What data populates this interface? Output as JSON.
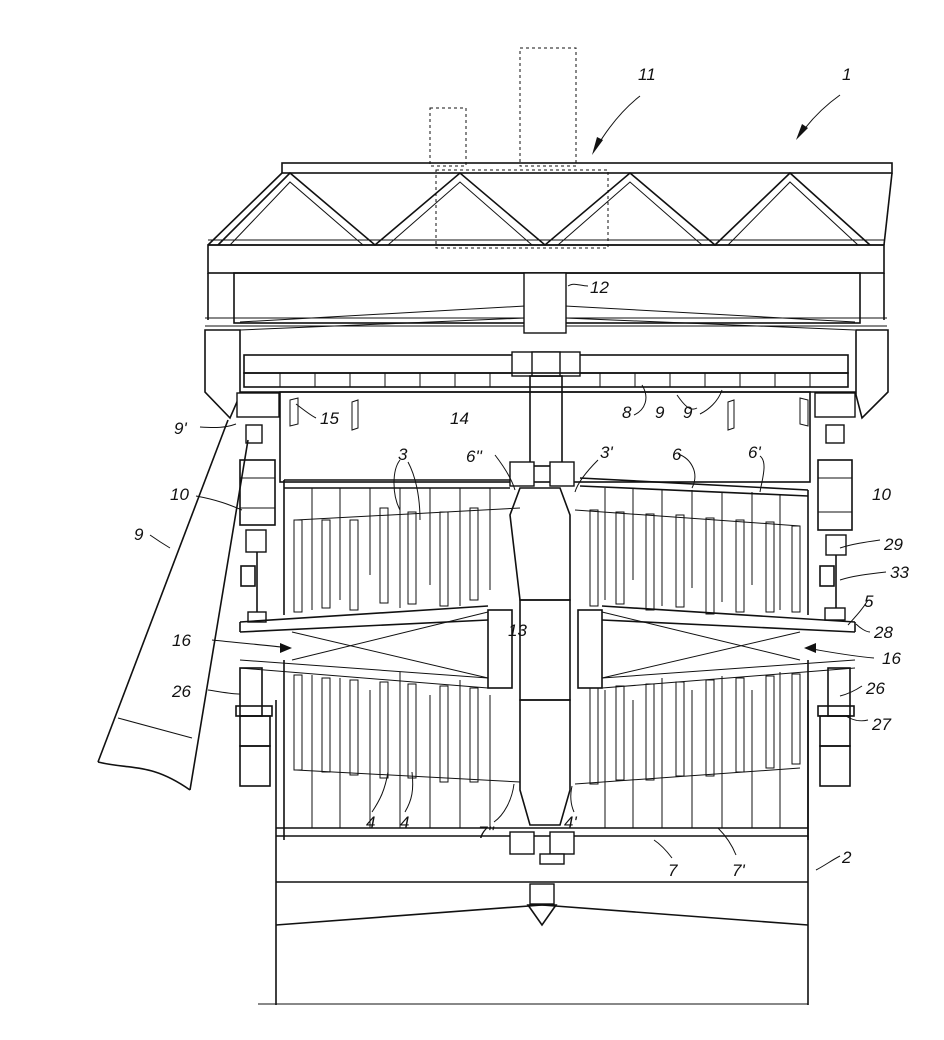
{
  "labels": {
    "l1": "1",
    "l11": "11",
    "l12": "12",
    "l14": "14",
    "l15": "15",
    "l8": "8",
    "l9a": "9",
    "l9b": "9",
    "l9prime": "9'",
    "l10left": "10",
    "l10right": "10",
    "l3": "3",
    "l3prime": "3'",
    "l6dprime": "6''",
    "l6": "6",
    "l6prime": "6'",
    "l29": "29",
    "l33": "33",
    "l5": "5",
    "l28": "28",
    "l13": "13",
    "l16left": "16",
    "l16right": "16",
    "l26left": "26",
    "l26right": "26",
    "l27": "27",
    "l4a": "4",
    "l4b": "4",
    "l7dprime": "7''",
    "l4prime": "4'",
    "l7": "7",
    "l7prime": "7'",
    "l2": "2"
  }
}
